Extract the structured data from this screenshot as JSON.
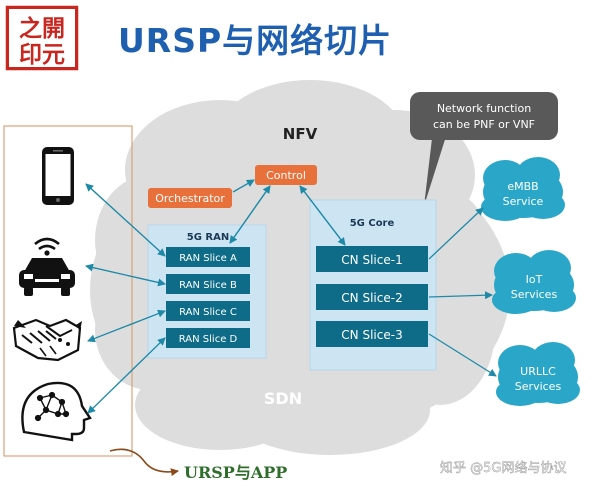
{
  "logo": {
    "text": "之開印元"
  },
  "page_title": "URSP与网络切片",
  "nfv": {
    "label": "NFV"
  },
  "sdn": {
    "label": "SDN"
  },
  "control": {
    "label": "Control"
  },
  "orchestrator": {
    "label": "Orchestrator"
  },
  "callout": {
    "line1": "Network function",
    "line2": "can be PNF or VNF"
  },
  "ran": {
    "title": "5G RAN",
    "slices": [
      "RAN Slice A",
      "RAN Slice B",
      "RAN Slice C",
      "RAN Slice D"
    ]
  },
  "core": {
    "title": "5G Core",
    "slices": [
      "CN Slice-1",
      "CN Slice-2",
      "CN Slice-3"
    ]
  },
  "services": [
    {
      "line1": "eMBB",
      "line2": "Service"
    },
    {
      "line1": "IoT",
      "line2": "Services"
    },
    {
      "line1": "URLLC",
      "line2": "Services"
    }
  ],
  "devices": [
    "smartphone-icon",
    "connected-car-icon",
    "handshake-icon",
    "ai-brain-icon"
  ],
  "ursp_app": {
    "label": "URSP与APP"
  },
  "watermark": {
    "text": "知乎 @5G网络与协议"
  },
  "colors": {
    "title": "#1f5fb0",
    "orange": "#e8703a",
    "panel": "#cfe5f5",
    "slice": "#0f6e8a",
    "service": "#29a8c8",
    "cloud": "#dcdcdc",
    "callout": "#5a5a5a",
    "ursp_text": "#2f6d2a"
  }
}
